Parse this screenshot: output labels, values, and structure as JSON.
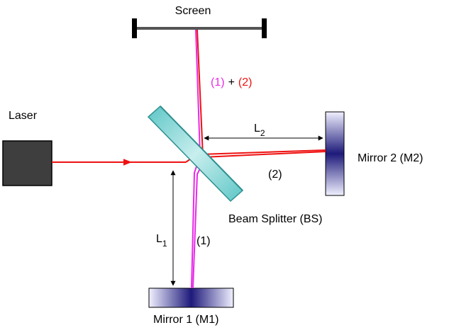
{
  "labels": {
    "screen": "Screen",
    "laser": "Laser",
    "mirror1": "Mirror 1 (M1)",
    "mirror2": "Mirror 2 (M2)",
    "beam_splitter": "Beam Splitter (BS)",
    "beam1": "(1)",
    "beam2": "(2)",
    "combined_beam1": "(1)",
    "combined_plus": "+",
    "combined_beam2": "(2)",
    "l1_letter": "L",
    "l1_sub": "1",
    "l2_letter": "L",
    "l2_sub": "2"
  },
  "colors": {
    "beam_red": "#ee1111",
    "beam_magenta": "#e62be6",
    "laser_body": "#3e3e3e",
    "splitter_glass": "#8fd6d6",
    "splitter_edge": "#2f8f8f",
    "mirror_dark": "#1e1a7a",
    "mirror_light": "#f0f0ff",
    "screen_bar": "#555555"
  }
}
